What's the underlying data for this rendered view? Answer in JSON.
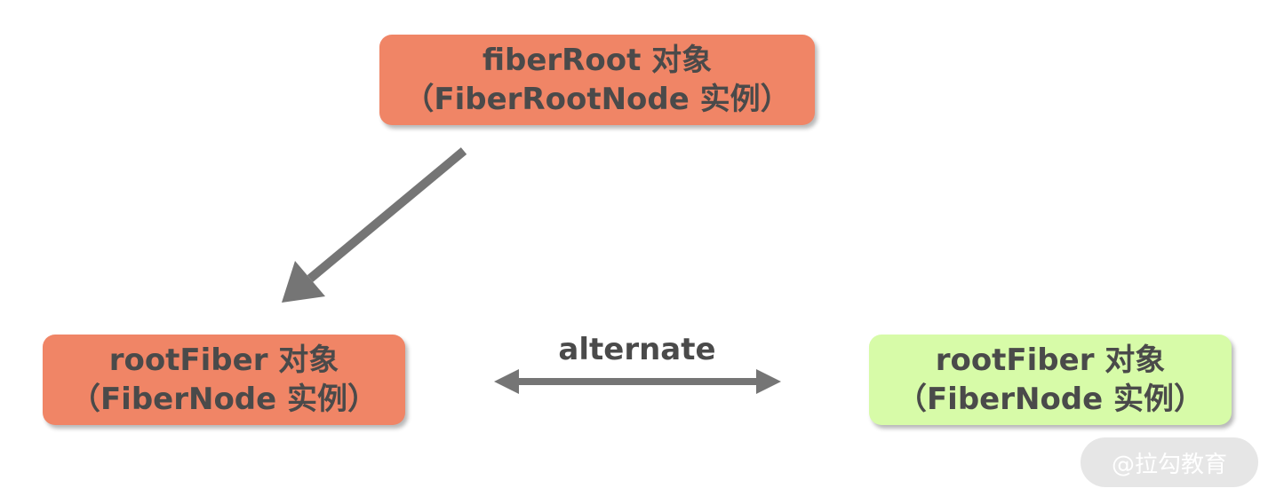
{
  "colors": {
    "root_box": "#f08566",
    "fiber_box_current": "#f08566",
    "fiber_box_wip": "#d7fba8",
    "arrow": "#757575",
    "text": "#4a4a4a"
  },
  "nodes": {
    "fiber_root": {
      "line1": "fiberRoot 对象",
      "line2": "（FiberRootNode 实例）"
    },
    "root_fiber_current": {
      "line1": "rootFiber 对象",
      "line2": "（FiberNode 实例）"
    },
    "root_fiber_wip": {
      "line1": "rootFiber 对象",
      "line2": "（FiberNode 实例）"
    }
  },
  "edges": {
    "alternate_label": "alternate"
  },
  "watermark": {
    "text": "@拉勾教育"
  }
}
